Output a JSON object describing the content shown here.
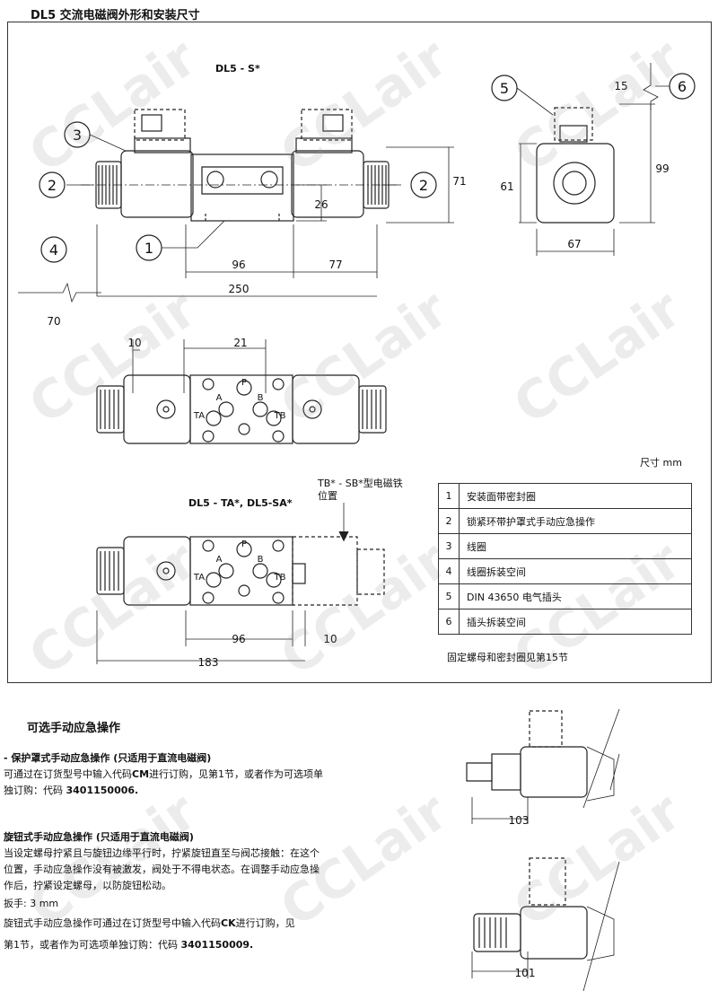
{
  "title": "DL5 交流电磁阀外形和安装尺寸",
  "watermark": "CCLair",
  "views": {
    "top_label": "DL5 - S*",
    "bottom_label": "DL5 - TA*,    DL5-SA*",
    "tb_note_line1": "TB* - SB*型电磁铁",
    "tb_note_line2": "位置"
  },
  "callouts": [
    "1",
    "2",
    "3",
    "4",
    "5",
    "6"
  ],
  "dims": {
    "d15": "15",
    "d71": "71",
    "d99": "99",
    "d61": "61",
    "d67": "67",
    "d26": "26",
    "d96": "96",
    "d77": "77",
    "d250": "250",
    "d70": "70",
    "d10": "10",
    "d21": "21",
    "d96b": "96",
    "d10b": "10",
    "d183": "183",
    "d103": "103",
    "d101": "101"
  },
  "ports": {
    "P": "P",
    "A": "A",
    "B": "B",
    "TA": "TA",
    "TB": "TB"
  },
  "units": "尺寸  mm",
  "legend": [
    {
      "n": "1",
      "text": "安装面带密封圈"
    },
    {
      "n": "2",
      "text": "锁紧环带护罩式手动应急操作"
    },
    {
      "n": "3",
      "text": "线圈"
    },
    {
      "n": "4",
      "text": "线圈拆装空间"
    },
    {
      "n": "5",
      "text": "DIN 43650 电气插头"
    },
    {
      "n": "6",
      "text": "插头拆装空间"
    }
  ],
  "note": "固定螺母和密封圈见第15节",
  "section2": {
    "heading": "可选手动应急操作",
    "sub1": "- 保护罩式手动应急操作 (只适用于直流电磁阀)",
    "p1a_pre": "可通过在订货型号中输入代码",
    "p1a_code": "CM",
    "p1a_post": "进行订购，见第1节，或者作为可选项单",
    "p1b_pre": "独订购：代码  ",
    "p1b_code": "3401150006.",
    "sub2": "旋钮式手动应急操作 (只适用于直流电磁阀)",
    "p2a": "当设定螺母拧紧且与旋钮边缘平行时，拧紧旋钮直至与阀芯接触：在这个",
    "p2b": "位置，手动应急操作没有被激发，阀处于不得电状态。在调整手动应急操",
    "p2c": "作后，拧紧设定螺母，以防旋钮松动。",
    "p3": "扳手: 3 mm",
    "p4a_pre": "旋钮式手动应急操作可通过在订货型号中输入代码",
    "p4a_code": "CK",
    "p4a_post": "进行订购，见",
    "p4b_pre": "第1节，或者作为可选项单独订购：代码  ",
    "p4b_code": "3401150009."
  }
}
